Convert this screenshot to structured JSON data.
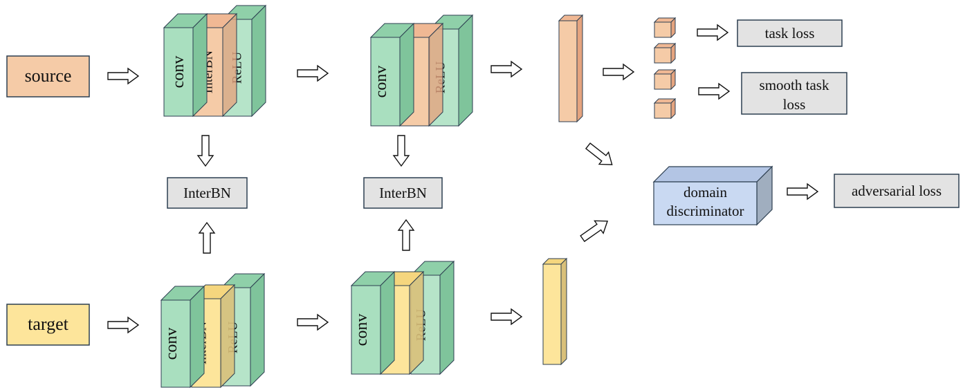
{
  "inputs": {
    "source": "source",
    "target": "target"
  },
  "layers": {
    "conv": "conv",
    "interbn": "InterBN",
    "relu": "ReLU"
  },
  "interbn_boxes": [
    "InterBN",
    "InterBN"
  ],
  "losses": {
    "task": "task loss",
    "smooth_line1": "smooth task",
    "smooth_line2": "loss",
    "adversarial": "adversarial loss"
  },
  "discriminator": {
    "line1": "domain",
    "line2": "discriminator"
  },
  "colors": {
    "source": "#f5cba7",
    "target": "#fde59b",
    "layer_green": "#a9dfbf",
    "discriminator": "#c9d9f2",
    "loss_box": "#e3e3e3",
    "outline": "#2c3e50"
  }
}
